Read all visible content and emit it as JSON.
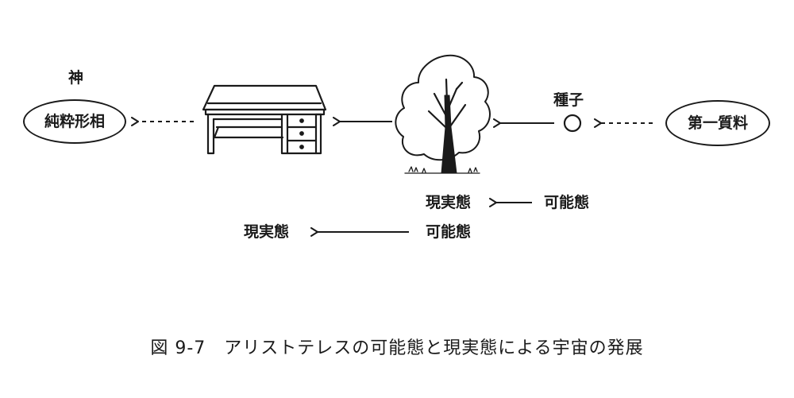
{
  "labels": {
    "god": "神",
    "pure_form": "純粋形相",
    "seed": "種子",
    "prime_matter": "第一質料",
    "actuality_upper": "現実態",
    "potentiality_upper": "可能態",
    "actuality_lower": "現実態",
    "potentiality_lower": "可能態"
  },
  "caption": "図 9-7　アリストテレスの可能態と現実態による宇宙の発展",
  "icons": [
    "desk-icon",
    "tree-icon",
    "seed-circle-icon"
  ],
  "colors": {
    "ink": "#1a1a1a",
    "background": "#ffffff"
  }
}
